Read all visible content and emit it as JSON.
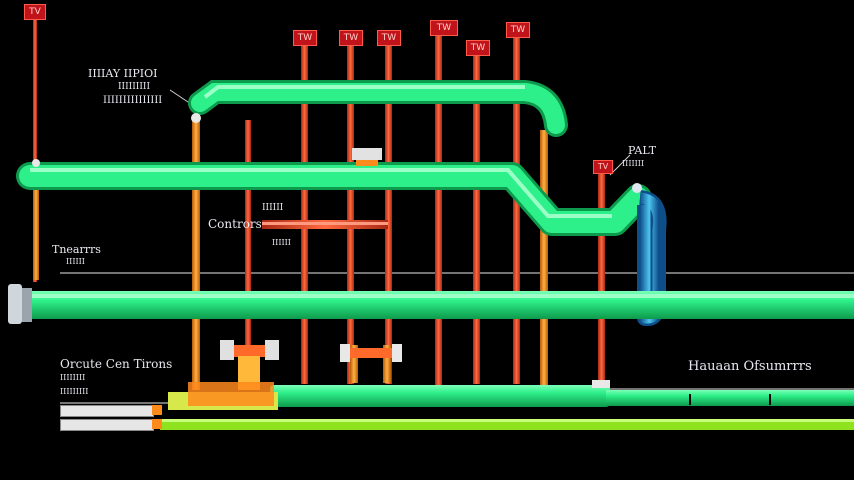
{
  "colors": {
    "background": "#000000",
    "main_pipe": "#24e07a",
    "riser": "#e8452c",
    "support": "#ff8a1c",
    "bypass": "#2a9fd6",
    "tag": "#c0141a",
    "baseline": "#8fe31e"
  },
  "tags": [
    "TV",
    "TW",
    "TW",
    "TW",
    "TW",
    "TW",
    "TW",
    "TV"
  ],
  "labels": {
    "top_left_line1": "IIIIAY IIPIOI",
    "top_left_line2": "IIIIIIIII",
    "top_left_line3": "IIIIIIIIIIIIIII",
    "controls": "Contrors",
    "controls_tag_top": "IIIIII",
    "controls_tag_bottom": "IIIIII",
    "left_mid_title": "Tnearrrs",
    "left_mid_sub": "IIIIII",
    "right_top": "PALT",
    "right_top_sub": "IIIIIII",
    "bottom_left_title": "Orcute Cen Tirons",
    "bottom_left_sub1": "IIIIIIII",
    "bottom_left_sub2": "IIIIIIIII",
    "bottom_right_title": "Hauaan Ofsumrrrs"
  }
}
